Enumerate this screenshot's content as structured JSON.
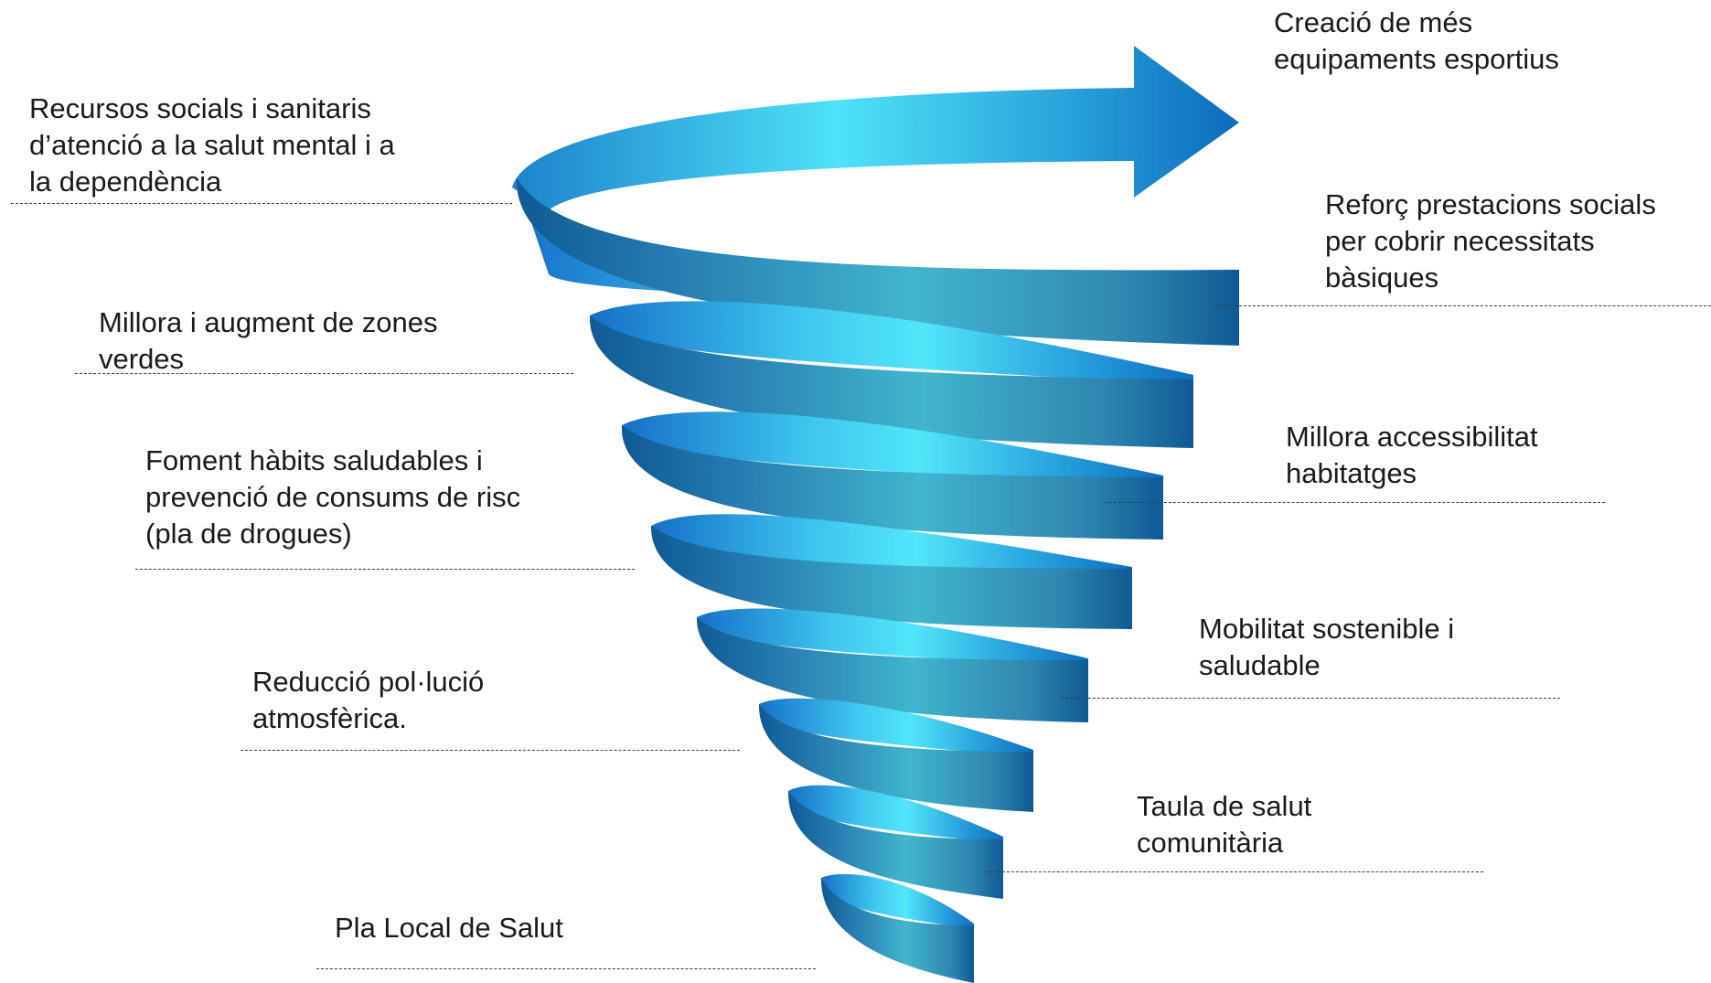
{
  "colors": {
    "band_dark": "#0f5a95",
    "band_mid": "#2d8fbd",
    "band_light": "#4ac0d0",
    "top_light": "#4fe0f8",
    "arrow_dark": "#0f6fbf",
    "text": "#1a1a1a",
    "leader": "#3c3c3c"
  },
  "labels": {
    "recursos": {
      "lines": [
        "Recursos socials i sanitaris",
        "d’atenció a la salut mental i a",
        "la dependència"
      ]
    },
    "creacio": {
      "lines": [
        "Creació de més",
        "equipaments esportius"
      ]
    },
    "reforc": {
      "lines": [
        "Reforç prestacions socials",
        "per cobrir necessitats",
        "bàsiques"
      ]
    },
    "zones": {
      "lines": [
        "Millora i augment de zones",
        "verdes"
      ]
    },
    "accessibilitat": {
      "lines": [
        "Millora accessibilitat",
        "habitatges"
      ]
    },
    "habits": {
      "lines": [
        "Foment hàbits saludables i",
        "prevenció de consums de risc",
        "(pla de drogues)"
      ]
    },
    "mobilitat": {
      "lines": [
        "Mobilitat sostenible i",
        "saludable"
      ]
    },
    "pollucio": {
      "lines": [
        "Reducció pol·lució",
        "atmosfèrica."
      ]
    },
    "taula": {
      "lines": [
        "Taula de salut",
        "comunitària"
      ]
    },
    "pla": {
      "lines": [
        "Pla Local de Salut"
      ]
    }
  }
}
